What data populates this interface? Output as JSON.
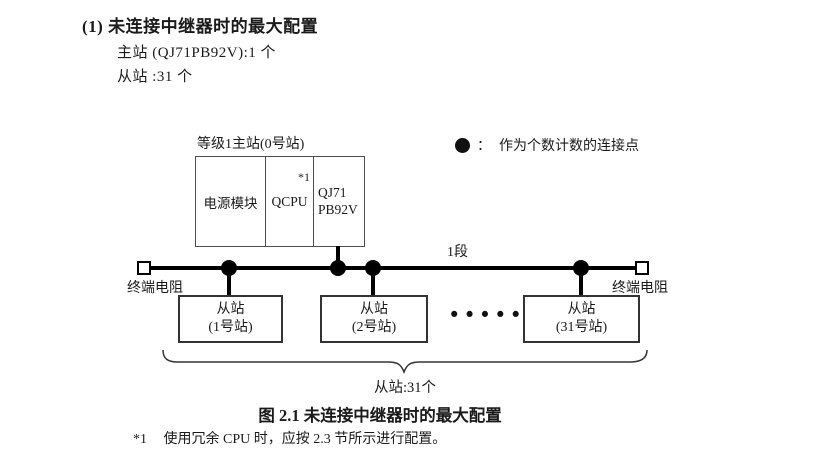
{
  "colors": {
    "ink": "#1a1a1a",
    "line": "#000000",
    "box_border": "#4d4d4d"
  },
  "heading": {
    "text": "(1) 未连接中继器时的最大配置"
  },
  "intro": {
    "master_line": "主站 (QJ71PB92V):1 个",
    "slave_line": "从站 :31 个"
  },
  "diagram": {
    "master_station_label": "等级1主站(0号站)",
    "master_modules": {
      "power": "电源模块",
      "cpu": "QCPU",
      "cpu_footnote_ref": "*1",
      "network_line1": "QJ71",
      "network_line2": "PB92V"
    },
    "legend": {
      "separator": "：",
      "text": "作为个数计数的连接点"
    },
    "segment_label": "1段",
    "terminator_left_label": "终端电阻",
    "terminator_right_label": "终端电阻",
    "slaves": [
      {
        "line1": "从站",
        "line2": "(1号站)"
      },
      {
        "line1": "从站",
        "line2": "(2号站)"
      },
      {
        "line1": "从站",
        "line2": "(31号站)"
      }
    ],
    "ellipsis": "••••••",
    "bracket_label": "从站:31个"
  },
  "caption": "图 2.1 未连接中继器时的最大配置",
  "footnote": {
    "marker": "*1",
    "text": "使用冗余 CPU 时，应按 2.3 节所示进行配置。"
  }
}
